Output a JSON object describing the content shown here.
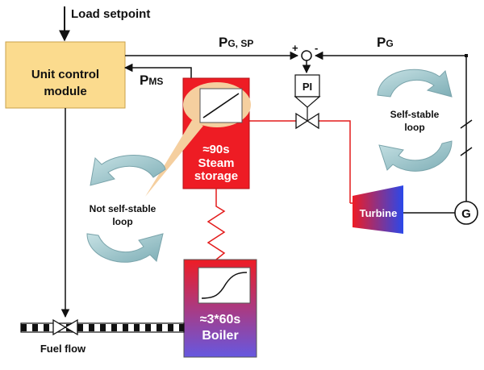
{
  "labels": {
    "load_setpoint": "Load setpoint",
    "pg_sp_main": "P",
    "pg_sp_sub": "G, SP",
    "pg_main": "P",
    "pg_sub": "G",
    "pms_main": "P",
    "pms_sub": "MS",
    "plus": "+",
    "minus": "-",
    "pi": "PI",
    "unit_control_line1": "Unit control",
    "unit_control_line2": "module",
    "steam_time": "≈90s",
    "steam_line1": "Steam",
    "steam_line2": "storage",
    "boiler_time": "≈3*60s",
    "boiler_label": "Boiler",
    "turbine": "Turbine",
    "generator": "G",
    "self_stable_line1": "Self-stable",
    "self_stable_line2": "loop",
    "not_self_stable_line1": "Not self-stable",
    "not_self_stable_line2": "loop",
    "fuel_flow": "Fuel flow"
  },
  "colors": {
    "unit_module": "#fbdb8e",
    "steam_storage": "#ee1c24",
    "boiler_top": "#ee1c24",
    "boiler_bottom": "#6658e0",
    "turbine_left": "#ee1c24",
    "turbine_right": "#2a48ea",
    "loop_arrow": "#9fc7cd",
    "steam_line": "#e31b1b",
    "callout": "#f5cf9f"
  },
  "icons": [
    "steam-response-curve-icon",
    "boiler-response-curve-icon",
    "control-valve-icon",
    "fuel-valve-icon",
    "summing-junction-icon",
    "generator-icon"
  ]
}
